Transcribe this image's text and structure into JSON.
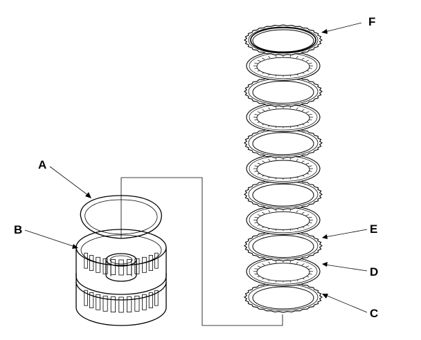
{
  "diagram": {
    "callouts": {
      "A": "A",
      "B": "B",
      "C": "C",
      "D": "D",
      "E": "E",
      "F": "F"
    },
    "stack": {
      "friction_disc_count": 5,
      "clutch_plate_count": 5
    }
  }
}
